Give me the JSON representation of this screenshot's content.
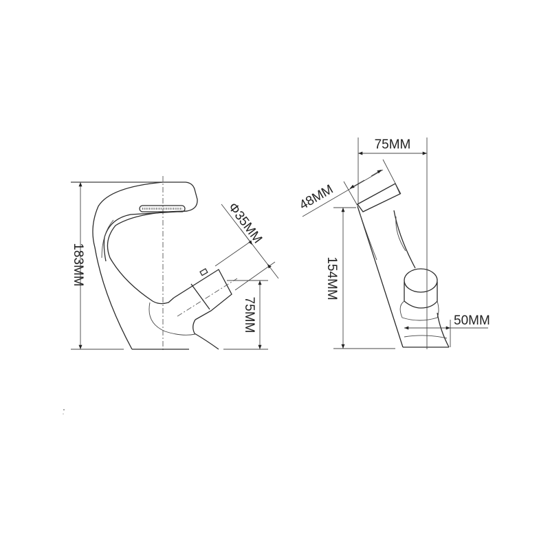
{
  "front_view": {
    "height_label": "183MM",
    "handle_diameter_label": "Φ35MM",
    "handle_height_label": "75MM"
  },
  "side_view": {
    "depth_label": "75MM",
    "spout_thickness_label": "48MM",
    "spout_height_label": "154MM",
    "base_width_label": "50MM"
  },
  "colors": {
    "line": "#2a2a2a",
    "background": "#ffffff"
  }
}
